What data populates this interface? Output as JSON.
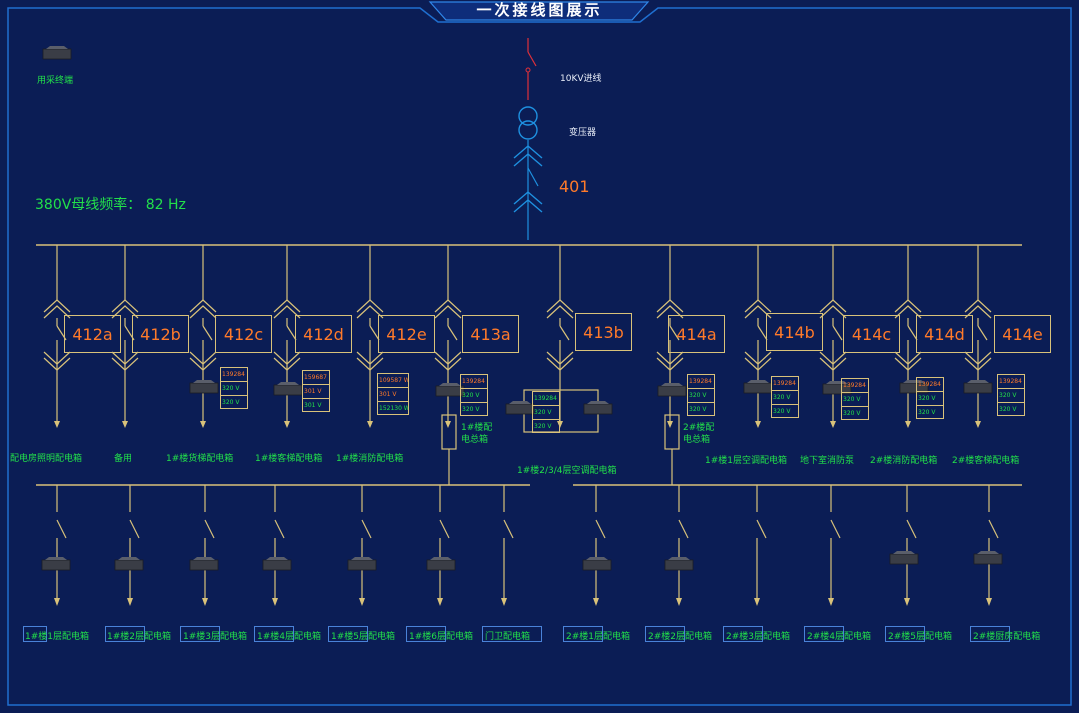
{
  "title": "一次接线图展示",
  "terminal_label": "用采终端",
  "incoming_label": "10KV进线",
  "transformer_label": "变压器",
  "main_breaker": "401",
  "frequency_text": "380V母线频率：  82 Hz",
  "colors": {
    "background": "#0b1d55",
    "line": "#d9c27a",
    "green": "#22e04a",
    "orange": "#ff7a2a",
    "red": "#e0303a",
    "blue": "#1e90e0"
  },
  "branches": [
    {
      "id": "412a",
      "label": "配电房照明配电箱"
    },
    {
      "id": "412b",
      "label": "备用"
    },
    {
      "id": "412c",
      "label": "1#楼货梯配电箱",
      "meter": [
        "139284 W",
        "320 V",
        "320 V"
      ]
    },
    {
      "id": "412d",
      "label": "1#楼客梯配电箱",
      "meter": [
        "159687 W",
        "301 V",
        "301 V"
      ]
    },
    {
      "id": "412e",
      "label": "1#楼消防配电箱",
      "meter": [
        "109587 W",
        "301 V",
        "152130 W"
      ]
    },
    {
      "id": "413a",
      "label": "1#楼配电总箱",
      "meter": [
        "139284 W",
        "320 V",
        "320 V"
      ]
    },
    {
      "id": "413b",
      "label": "1#楼2/3/4层空调配电箱",
      "meter": [
        "139284 W",
        "320 V",
        "320 V"
      ]
    },
    {
      "id": "414a",
      "label": "2#楼配电总箱",
      "meter": [
        "139284 W",
        "320 V",
        "320 V"
      ]
    },
    {
      "id": "414b",
      "label": "1#楼1层空调配电箱",
      "meter": [
        "139284 W",
        "320 V",
        "320 V"
      ]
    },
    {
      "id": "414c",
      "label": "地下室消防泵",
      "meter": [
        "139284 W",
        "320 V",
        "320 V"
      ]
    },
    {
      "id": "414d",
      "label": "2#楼消防配电箱",
      "meter": [
        "139284 W",
        "320 V",
        "320 V"
      ]
    },
    {
      "id": "414e",
      "label": "2#楼客梯配电箱",
      "meter": [
        "139284 W",
        "320 V",
        "320 V"
      ]
    }
  ],
  "floors": [
    "1#楼1层配电箱",
    "1#楼2层配电箱",
    "1#楼3层配电箱",
    "1#楼4层配电箱",
    "1#楼5层配电箱",
    "1#楼6层配电箱",
    "门卫配电箱",
    "2#楼1层配电箱",
    "2#楼2层配电箱",
    "2#楼3层配电箱",
    "2#楼4层配电箱",
    "2#楼5层配电箱",
    "2#楼厨房配电箱"
  ]
}
